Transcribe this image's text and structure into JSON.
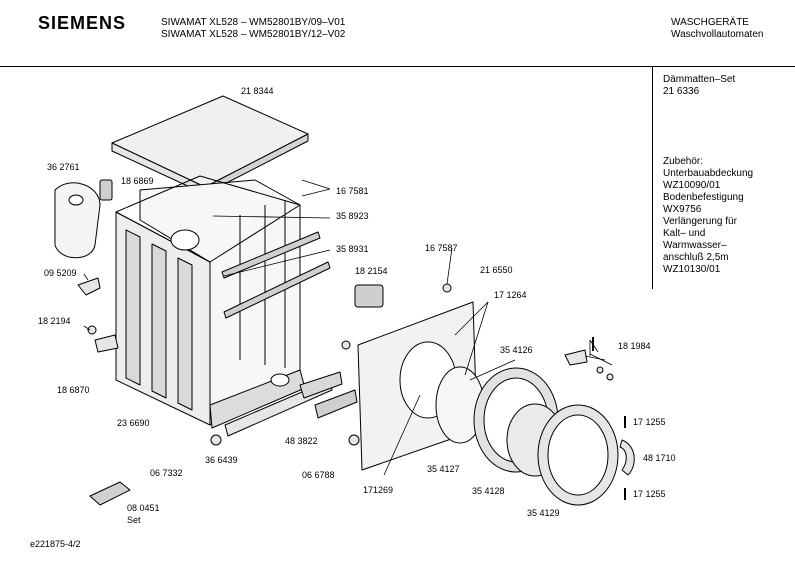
{
  "header": {
    "brand": "SIEMENS",
    "model_line_1": "SIWAMAT XL528 – WM52801BY/09–V01",
    "model_line_2": "SIWAMAT XL528 – WM52801BY/12–V02",
    "category_1": "WASCHGERÄTE",
    "category_2": "Waschvollautomaten"
  },
  "sidebar": {
    "daemmatten_label": "Dämmatten–Set",
    "daemmatten_number": "21 6336",
    "zubehoer_lines": [
      "Zubehör:",
      "Unterbauabdeckung",
      "WZ10090/01",
      "Bodenbefestigung",
      "WX9756",
      "Verlängerung für",
      "Kalt– und",
      "Warmwasser–",
      "anschluß 2,5m",
      "WZ10130/01"
    ]
  },
  "parts": {
    "p218344": "21 8344",
    "p362761": "36 2761",
    "p186869": "18 6869",
    "p167581": "16 7581",
    "p358923": "35 8923",
    "p358931": "35 8931",
    "p167587": "16 7587",
    "p216550": "21 6550",
    "p182154": "18 2154",
    "p171264": "17 1264",
    "p095209": "09 5209",
    "p182194": "18 2194",
    "p186870": "18 6870",
    "p354126": "35 4126",
    "p181984": "18 1984",
    "p236690": "23 6690",
    "p483822": "48 3822",
    "p171255a": "17 1255",
    "p481710": "48 1710",
    "p073332": "06 7332",
    "p366439": "36 6439",
    "p066788": "06 6788",
    "p171269": "171269",
    "p354127": "35 4127",
    "p354128": "35 4128",
    "p171255b": "17 1255",
    "p354129": "35 4129",
    "p080451": "08 0451",
    "set": "Set"
  },
  "footer": {
    "doc_id": "e221875-4/2"
  }
}
